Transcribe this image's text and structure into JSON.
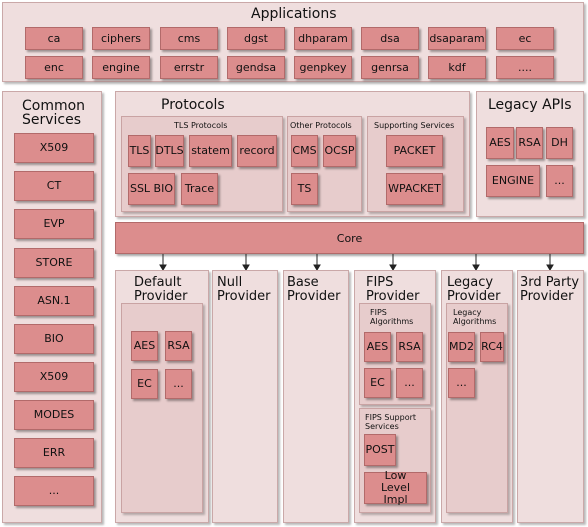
{
  "applications": {
    "title": "Applications",
    "items": [
      "ca",
      "ciphers",
      "cms",
      "dgst",
      "dhparam",
      "dsa",
      "dsaparam",
      "ec",
      "enc",
      "engine",
      "errstr",
      "gendsa",
      "genpkey",
      "genrsa",
      "kdf",
      "...."
    ]
  },
  "common_services": {
    "title_line1": "Common",
    "title_line2": "Services",
    "items": [
      "X509",
      "CT",
      "EVP",
      "STORE",
      "ASN.1",
      "BIO",
      "X509",
      "MODES",
      "ERR",
      "..."
    ]
  },
  "protocols": {
    "title": "Protocols",
    "tls": {
      "title": "TLS Protocols",
      "items": [
        "TLS",
        "DTLS",
        "statem",
        "record",
        "SSL BIO",
        "Trace"
      ]
    },
    "other": {
      "title": "Other Protocols",
      "items": [
        "CMS",
        "OCSP",
        "TS"
      ]
    },
    "supporting": {
      "title": "Supporting Services",
      "items": [
        "PACKET",
        "WPACKET"
      ]
    }
  },
  "legacy_apis": {
    "title": "Legacy APIs",
    "items": [
      "AES",
      "RSA",
      "DH",
      "ENGINE",
      "..."
    ]
  },
  "core": {
    "label": "Core"
  },
  "providers": {
    "default": {
      "title_line1": "Default",
      "title_line2": "Provider",
      "items": [
        "AES",
        "RSA",
        "EC",
        "..."
      ]
    },
    "null": {
      "title_line1": "Null",
      "title_line2": "Provider"
    },
    "base": {
      "title_line1": "Base",
      "title_line2": "Provider"
    },
    "fips": {
      "title_line1": "FIPS",
      "title_line2": "Provider",
      "algorithms": {
        "title_line1": "FIPS",
        "title_line2": "Algorithms",
        "items": [
          "AES",
          "RSA",
          "EC",
          "..."
        ]
      },
      "support": {
        "title_line1": "FIPS Support",
        "title_line2": "Services",
        "items": [
          "POST",
          "Low Level Impl"
        ]
      }
    },
    "legacy": {
      "title_line1": "Legacy",
      "title_line2": "Provider",
      "algorithms": {
        "title_line1": "Legacy",
        "title_line2": "Algorithms",
        "items": [
          "MD2",
          "RC4",
          "..."
        ]
      }
    },
    "third_party": {
      "title_line1": "3rd Party",
      "title_line2": "Provider"
    }
  }
}
